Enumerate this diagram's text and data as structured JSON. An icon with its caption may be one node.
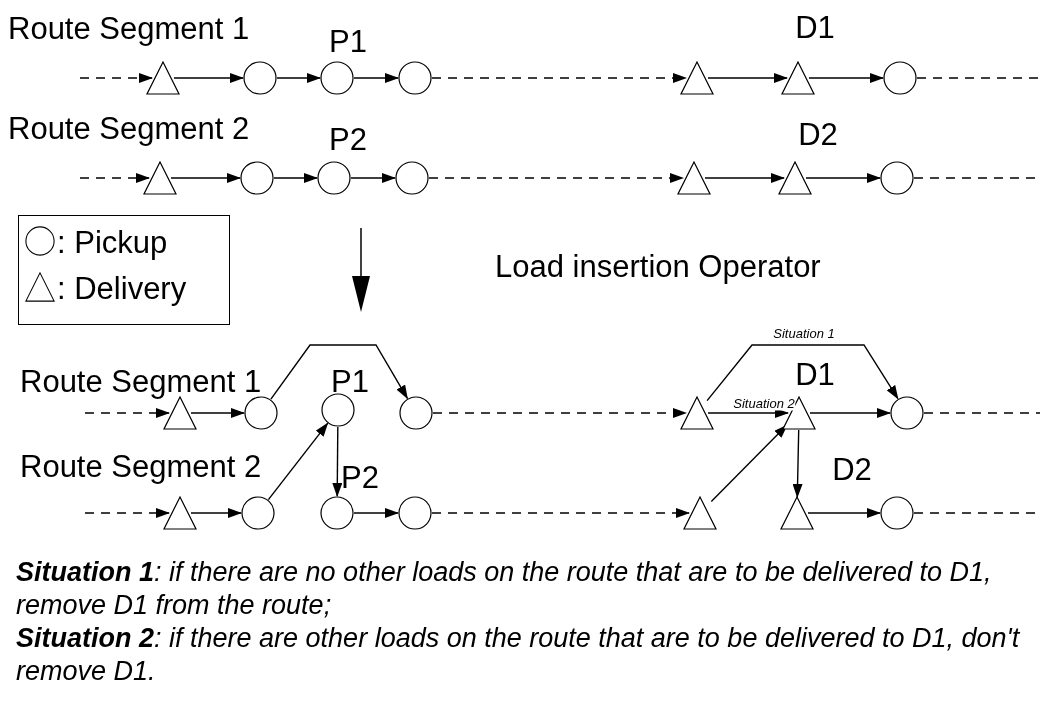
{
  "diagram": {
    "nodes": [
      {
        "text": [],
        "shape": "triangle"
      },
      {
        "text": [],
        "shape": "circle"
      },
      {
        "text": [],
        "shape": "circle",
        "beside": [
          "P1"
        ]
      },
      {
        "text": [],
        "shape": "circle"
      },
      {
        "text": [],
        "shape": "triangle"
      },
      {
        "text": [],
        "shape": "triangle",
        "beside": [
          "D1"
        ]
      },
      {
        "text": [],
        "shape": "circle"
      },
      {
        "text": [],
        "shape": "triangle"
      },
      {
        "text": [],
        "shape": "circle"
      },
      {
        "text": [],
        "shape": "circle",
        "beside": [
          "P2"
        ]
      },
      {
        "text": [],
        "shape": "circle"
      },
      {
        "text": [],
        "shape": "triangle"
      },
      {
        "text": [],
        "shape": "triangle",
        "beside": [
          "D2"
        ]
      },
      {
        "text": [],
        "shape": "circle"
      },
      {
        "text": [],
        "shape": "triangle"
      },
      {
        "text": [],
        "shape": "circle"
      },
      {
        "text": [],
        "shape": "circle",
        "beside": [
          "P1"
        ]
      },
      {
        "text": [],
        "shape": "circle"
      },
      {
        "text": [],
        "shape": "triangle"
      },
      {
        "text": [],
        "shape": "triangle",
        "beside": [
          "D1"
        ]
      },
      {
        "text": [],
        "shape": "circle"
      },
      {
        "text": [],
        "shape": "triangle"
      },
      {
        "text": [],
        "shape": "circle"
      },
      {
        "text": [],
        "shape": "circle",
        "beside": [
          "P2"
        ]
      },
      {
        "text": [],
        "shape": "circle"
      },
      {
        "text": [],
        "shape": "triangle"
      },
      {
        "text": [],
        "shape": "triangle",
        "beside": [
          "D2"
        ]
      },
      {
        "text": [],
        "shape": "circle"
      }
    ],
    "edges": [
      {
        "from": null,
        "to": 0,
        "arrow": "to",
        "style": "dashed"
      },
      {
        "from": 0,
        "to": 1,
        "arrow": "to"
      },
      {
        "from": 1,
        "to": 2,
        "arrow": "to"
      },
      {
        "from": 2,
        "to": 3,
        "arrow": "to"
      },
      {
        "from": 3,
        "to": 4,
        "arrow": "to",
        "style": "dashed"
      },
      {
        "from": 4,
        "to": 5,
        "arrow": "to"
      },
      {
        "from": 5,
        "to": 6,
        "arrow": "to"
      },
      {
        "from": 6,
        "to": null,
        "arrow": "none",
        "style": "dashed"
      },
      {
        "from": null,
        "to": 7,
        "arrow": "to",
        "style": "dashed"
      },
      {
        "from": 7,
        "to": 8,
        "arrow": "to"
      },
      {
        "from": 8,
        "to": 9,
        "arrow": "to"
      },
      {
        "from": 9,
        "to": 10,
        "arrow": "to"
      },
      {
        "from": 10,
        "to": 11,
        "arrow": "to",
        "style": "dashed"
      },
      {
        "from": 11,
        "to": 12,
        "arrow": "to"
      },
      {
        "from": 12,
        "to": 13,
        "arrow": "to"
      },
      {
        "from": 13,
        "to": null,
        "arrow": "none",
        "style": "dashed"
      },
      {
        "from": null,
        "to": 14,
        "arrow": "to",
        "style": "dashed"
      },
      {
        "from": 14,
        "to": 15,
        "arrow": "to"
      },
      {
        "from": 15,
        "to": 17,
        "arrow": "to"
      },
      {
        "from": 17,
        "to": 18,
        "arrow": "to",
        "style": "dashed"
      },
      {
        "from": 18,
        "to": 20,
        "arrow": "to",
        "label": "Situation 1"
      },
      {
        "from": 18,
        "to": 19,
        "arrow": "to",
        "label": "Situation 2"
      },
      {
        "from": 19,
        "to": 20,
        "arrow": "to"
      },
      {
        "from": 20,
        "to": null,
        "arrow": "none",
        "style": "dashed"
      },
      {
        "from": null,
        "to": 21,
        "arrow": "to",
        "style": "dashed"
      },
      {
        "from": 21,
        "to": 22,
        "arrow": "to"
      },
      {
        "from": 22,
        "to": 16,
        "arrow": "to"
      },
      {
        "from": 16,
        "to": 23,
        "arrow": "to"
      },
      {
        "from": 23,
        "to": 24,
        "arrow": "to"
      },
      {
        "from": 24,
        "to": 25,
        "arrow": "to",
        "style": "dashed"
      },
      {
        "from": 25,
        "to": 19,
        "arrow": "to"
      },
      {
        "from": 19,
        "to": 26,
        "arrow": "to"
      },
      {
        "from": 26,
        "to": 27,
        "arrow": "to"
      },
      {
        "from": 27,
        "to": null,
        "arrow": "none",
        "style": "dashed"
      }
    ],
    "labels": [
      "Route Segment 1",
      "Route Segment 2",
      "Load insertion Operator",
      "Route Segment 1",
      "Route Segment 2",
      "**Situation 1**: if there are no other loads on the route that are to be delivered to D1, remove D1 from the route;",
      "**Situation 2**: if there are other loads on the route that are to be delivered to D1, don't remove D1."
    ],
    "legend": [
      {
        "text": ": Pickup"
      },
      {
        "text": ": Delivery"
      }
    ]
  }
}
